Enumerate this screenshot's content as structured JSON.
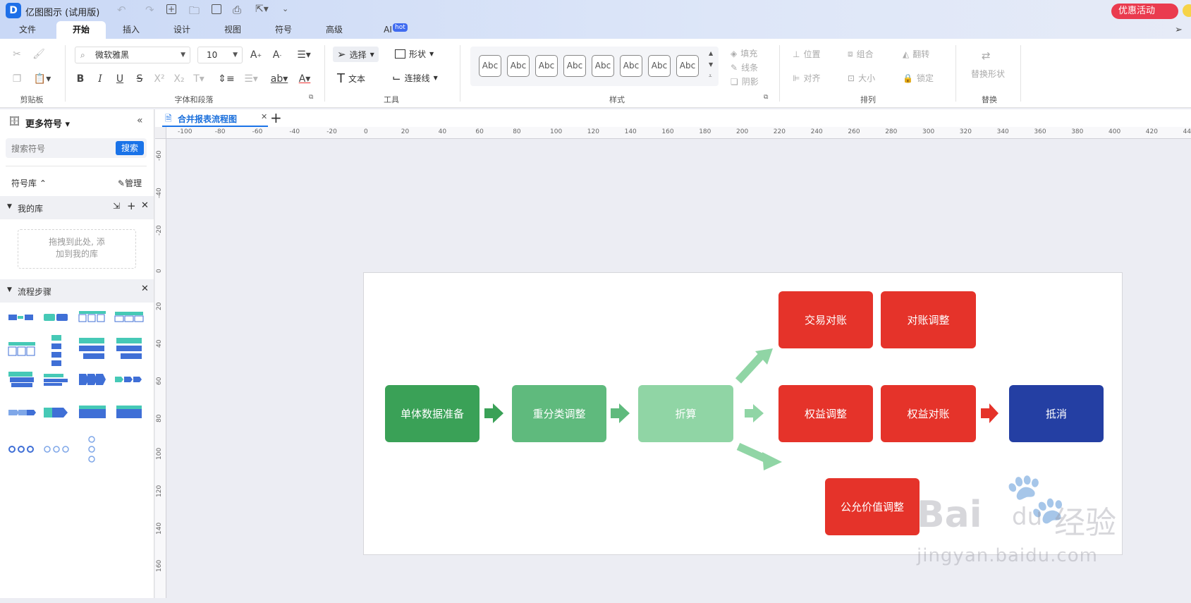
{
  "app": {
    "title": "亿图图示 (试用版)",
    "promo": "优惠活动",
    "ai_badge": "hot"
  },
  "tabs": [
    "文件",
    "开始",
    "插入",
    "设计",
    "视图",
    "符号",
    "高级",
    "AI"
  ],
  "ribbon": {
    "groups": {
      "clipboard": "剪贴板",
      "font": "字体和段落",
      "tools": "工具",
      "style": "样式",
      "arrange": "排列",
      "replace": "替换"
    },
    "font_name": "微软雅黑",
    "font_size": "10",
    "select": "选择",
    "shape": "形状",
    "text": "文本",
    "connector": "连接线",
    "style_sample": "Abc",
    "fill": "填充",
    "line": "线条",
    "shadow": "阴影",
    "position": "位置",
    "group": "组合",
    "flip": "翻转",
    "align": "对齐",
    "size": "大小",
    "lock": "锁定",
    "replace_shape": "替换形状"
  },
  "left_panel": {
    "title": "更多符号",
    "search_placeholder": "搜索符号",
    "search_button": "搜索",
    "library_label": "符号库",
    "manage": "管理",
    "my_library": "我的库",
    "drop_hint_1": "拖拽到此处, 添",
    "drop_hint_2": "加到我的库",
    "flow_steps": "流程步骤"
  },
  "document": {
    "tab_title": "合并报表流程图"
  },
  "ruler": {
    "h_ticks": [
      "-100",
      "-80",
      "-60",
      "-40",
      "-20",
      "0",
      "20",
      "40",
      "60",
      "80",
      "100",
      "120",
      "140",
      "160",
      "180",
      "200",
      "220",
      "240",
      "260",
      "280",
      "300",
      "320",
      "340",
      "360",
      "380",
      "400",
      "420",
      "44"
    ],
    "v_ticks": [
      "-60",
      "-40",
      "-20",
      "0",
      "20",
      "40",
      "60",
      "80",
      "100",
      "120",
      "140",
      "160"
    ]
  },
  "diagram": {
    "nodes": [
      {
        "id": "n1",
        "label": "单体数据准备",
        "color": "#3aa157"
      },
      {
        "id": "n2",
        "label": "重分类调整",
        "color": "#5fba7d"
      },
      {
        "id": "n3",
        "label": "折算",
        "color": "#90d5a5"
      },
      {
        "id": "n4",
        "label": "交易对账",
        "color": "#e5332a"
      },
      {
        "id": "n5",
        "label": "对账调整",
        "color": "#e5332a"
      },
      {
        "id": "n6",
        "label": "权益调整",
        "color": "#e5332a"
      },
      {
        "id": "n7",
        "label": "权益对账",
        "color": "#e5332a"
      },
      {
        "id": "n8",
        "label": "抵消",
        "color": "#243fa3"
      },
      {
        "id": "n9",
        "label": "公允价值调整",
        "color": "#e5332a"
      }
    ]
  },
  "watermark": {
    "brand": "Bai",
    "brand2": "du",
    "cn": "经验",
    "url": "jingyan.baidu.com"
  }
}
